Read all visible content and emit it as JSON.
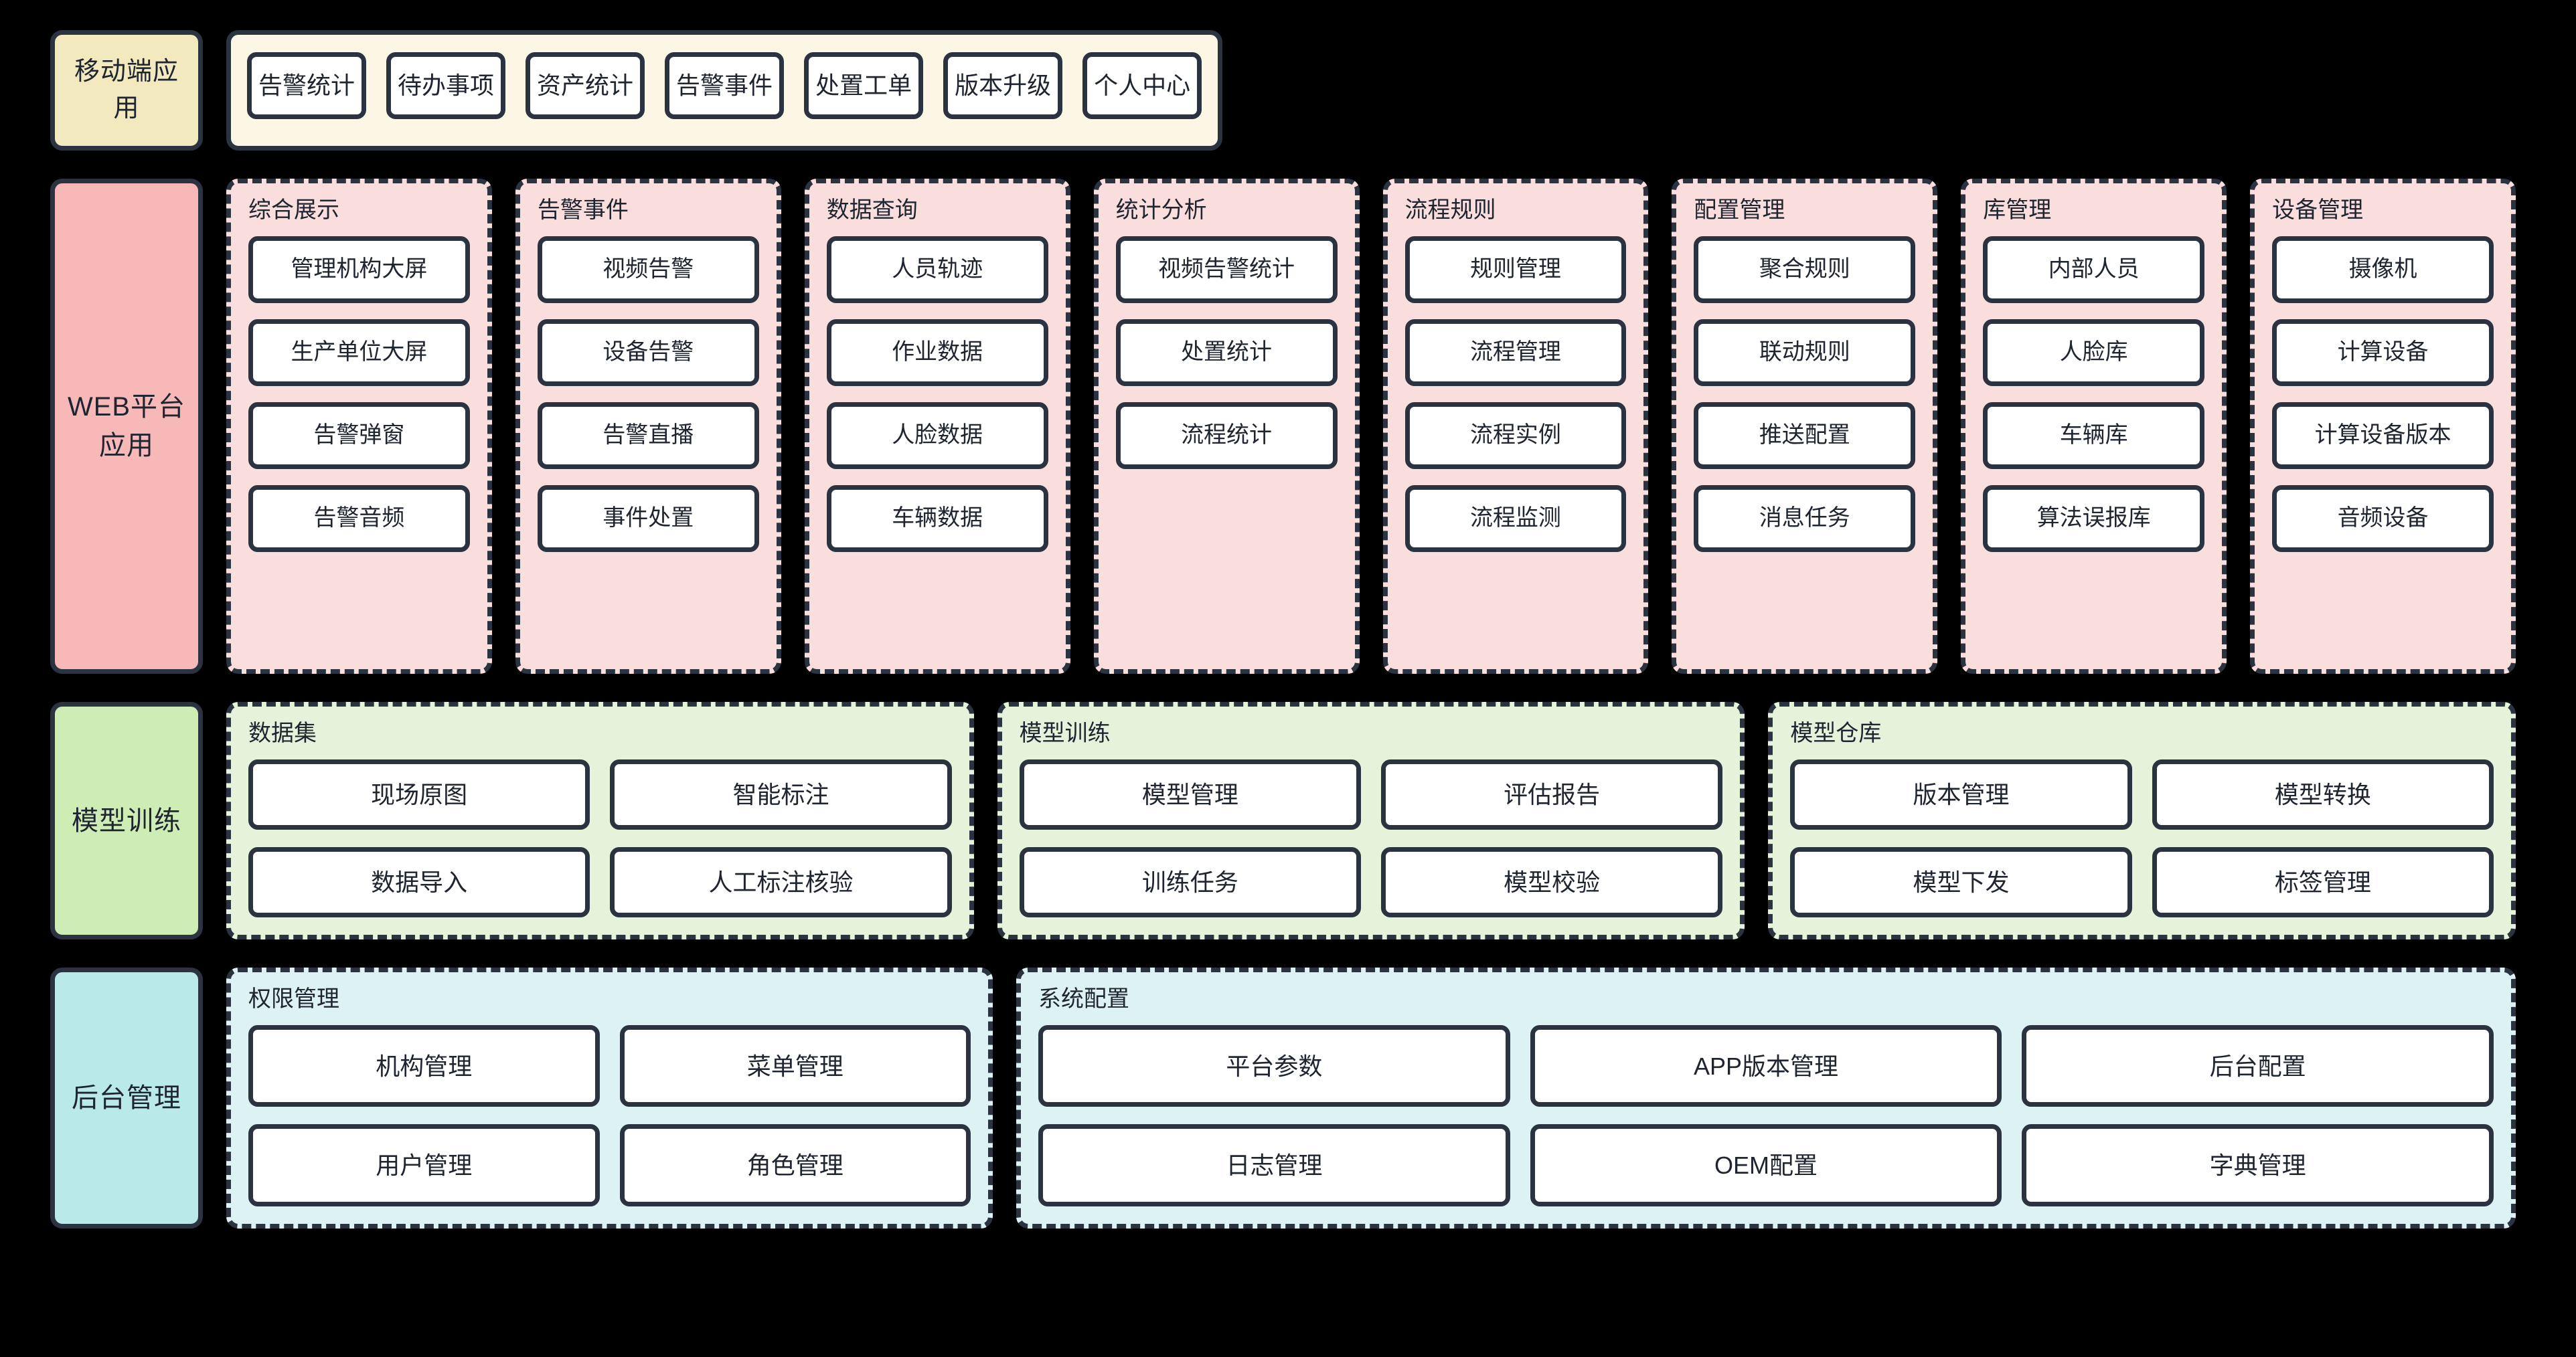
{
  "colors": {
    "border": "#2b3340",
    "tile_bg": "#ffffff",
    "canvas": "#000000",
    "mobile_label_bg": "#f2e9bf",
    "mobile_group_bg": "#fbf7e4",
    "web_label_bg": "#f7b8b8",
    "web_group_bg": "#fadddd",
    "model_label_bg": "#cdedb5",
    "model_group_bg": "#e4f3d9",
    "admin_label_bg": "#b9e9e9",
    "admin_group_bg": "#ddf2f2"
  },
  "lanes": [
    {
      "id": "mobile",
      "label": "移动端应用",
      "groups": [
        {
          "title": "",
          "items": [
            "告警统计",
            "待办事项",
            "资产统计",
            "告警事件",
            "处置工单",
            "版本升级",
            "个人中心"
          ]
        }
      ]
    },
    {
      "id": "web",
      "label": "WEB平台\n应用",
      "groups": [
        {
          "title": "综合展示",
          "items": [
            "管理机构大屏",
            "生产单位大屏",
            "告警弹窗",
            "告警音频"
          ]
        },
        {
          "title": "告警事件",
          "items": [
            "视频告警",
            "设备告警",
            "告警直播",
            "事件处置"
          ]
        },
        {
          "title": "数据查询",
          "items": [
            "人员轨迹",
            "作业数据",
            "人脸数据",
            "车辆数据"
          ]
        },
        {
          "title": "统计分析",
          "items": [
            "视频告警统计",
            "处置统计",
            "流程统计"
          ]
        },
        {
          "title": "流程规则",
          "items": [
            "规则管理",
            "流程管理",
            "流程实例",
            "流程监测"
          ]
        },
        {
          "title": "配置管理",
          "items": [
            "聚合规则",
            "联动规则",
            "推送配置",
            "消息任务"
          ]
        },
        {
          "title": "库管理",
          "items": [
            "内部人员",
            "人脸库",
            "车辆库",
            "算法误报库"
          ]
        },
        {
          "title": "设备管理",
          "items": [
            "摄像机",
            "计算设备",
            "计算设备版本",
            "音频设备"
          ]
        }
      ]
    },
    {
      "id": "model",
      "label": "模型训练",
      "groups": [
        {
          "title": "数据集",
          "items": [
            "现场原图",
            "智能标注",
            "数据导入",
            "人工标注核验"
          ]
        },
        {
          "title": "模型训练",
          "items": [
            "模型管理",
            "评估报告",
            "训练任务",
            "模型校验"
          ]
        },
        {
          "title": "模型仓库",
          "items": [
            "版本管理",
            "模型转换",
            "模型下发",
            "标签管理"
          ]
        }
      ]
    },
    {
      "id": "admin",
      "label": "后台管理",
      "groups": [
        {
          "title": "权限管理",
          "items": [
            "机构管理",
            "菜单管理",
            "用户管理",
            "角色管理"
          ]
        },
        {
          "title": "系统配置",
          "items": [
            "平台参数",
            "APP版本管理",
            "后台配置",
            "日志管理",
            "OEM配置",
            "字典管理"
          ]
        }
      ]
    }
  ]
}
